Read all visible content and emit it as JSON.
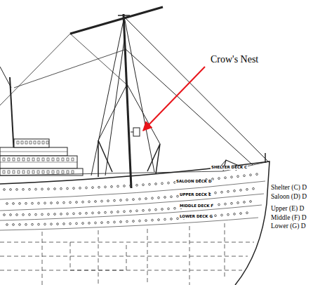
{
  "diagram": {
    "labels": [
      "Crow's Nest",
      "SHELTER DECK C",
      "SALOON DECK D",
      "UPPER DECK E",
      "MIDDLE DECK F",
      "LOWER DECK G",
      "Shelter (C) D",
      "Saloon (D) D",
      "Upper (E) D",
      "Middle (F) D",
      "Lower (G) D"
    ]
  }
}
